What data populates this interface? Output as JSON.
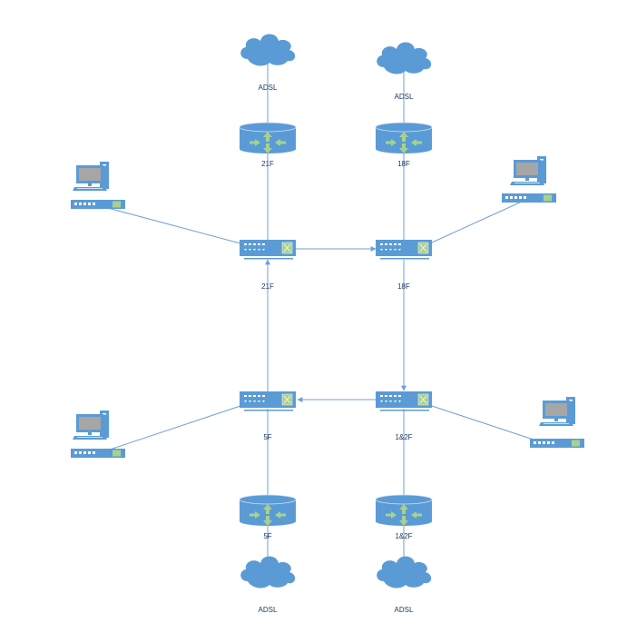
{
  "diagram": {
    "type": "network-topology",
    "colors": {
      "device_blue": "#5b9bd5",
      "link": "#6fa0d6",
      "accent_green": "#a9d18e",
      "label": "#1f3864",
      "screen_gray": "#a6a6a6"
    },
    "sites": [
      {
        "id": "site-21f",
        "floor_label": "21F",
        "router_label": "21F",
        "switch_label": "21F",
        "cloud_label": "ADSL"
      },
      {
        "id": "site-18f",
        "floor_label": "18F",
        "router_label": "18F",
        "switch_label": "18F",
        "cloud_label": "ADSL"
      },
      {
        "id": "site-5f",
        "floor_label": "5F",
        "router_label": "5F",
        "switch_label": "5F",
        "cloud_label": "ADSL"
      },
      {
        "id": "site-12f",
        "floor_label": "1&2F",
        "router_label": "1&2F",
        "switch_label": "1&2F",
        "cloud_label": "ADSL"
      }
    ],
    "links": [
      {
        "from": "cloud-21f",
        "to": "router-21f"
      },
      {
        "from": "router-21f",
        "to": "switch-21f"
      },
      {
        "from": "cloud-18f",
        "to": "router-18f"
      },
      {
        "from": "router-18f",
        "to": "switch-18f"
      },
      {
        "from": "switch-21f",
        "to": "switch-18f",
        "arrow": "to"
      },
      {
        "from": "switch-18f",
        "to": "switch-12f",
        "arrow": "to"
      },
      {
        "from": "switch-12f",
        "to": "switch-5f",
        "arrow": "to"
      },
      {
        "from": "switch-5f",
        "to": "switch-21f",
        "arrow": "to"
      },
      {
        "from": "router-5f",
        "to": "switch-5f"
      },
      {
        "from": "cloud-5f",
        "to": "router-5f"
      },
      {
        "from": "router-12f",
        "to": "switch-12f"
      },
      {
        "from": "cloud-12f",
        "to": "router-12f"
      },
      {
        "from": "pc-21f",
        "to": "switch-21f"
      },
      {
        "from": "pc-18f",
        "to": "switch-18f"
      },
      {
        "from": "pc-5f",
        "to": "switch-5f"
      },
      {
        "from": "pc-12f",
        "to": "switch-12f"
      }
    ]
  }
}
